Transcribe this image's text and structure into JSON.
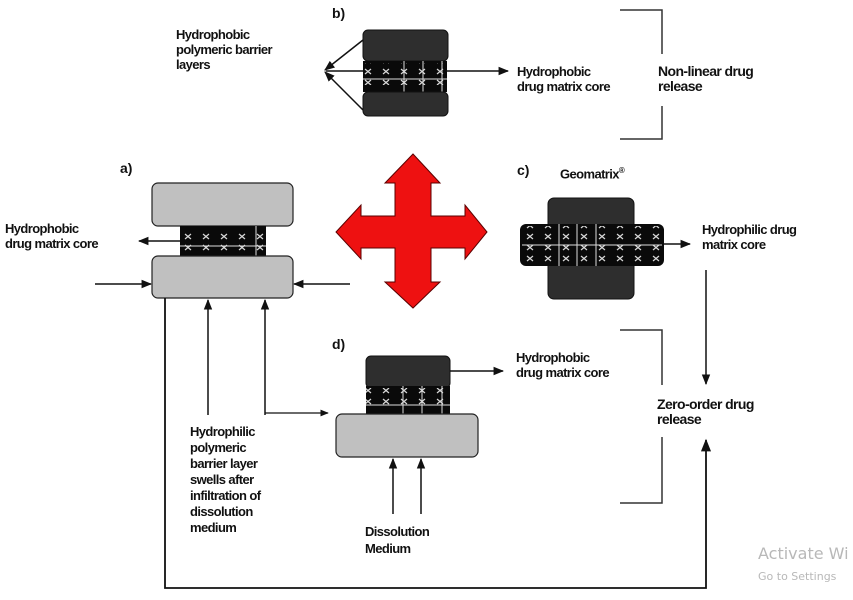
{
  "panels": {
    "a": {
      "tag": "a)",
      "core_label": "Hydrophobic\ndrug matrix core",
      "barrier_label": "Hydrophilic\npolymeric\nbarrier layer\nswells after\ninfiltration of\ndissolution\nmedium"
    },
    "b": {
      "tag": "b)",
      "barrier_label": "Hydrophobic\npolymeric barrier\nlayers",
      "core_label": "Hydrophobic\ndrug matrix core"
    },
    "c": {
      "tag": "c)",
      "product_name": "Geomatrix",
      "product_mark": "®",
      "core_label": "Hydrophilic drug\nmatrix core"
    },
    "d": {
      "tag": "d)",
      "core_label": "Hydrophobic\ndrug matrix core",
      "medium_label": "Dissolution\nMedium"
    }
  },
  "outcomes": {
    "nonlinear": "Non-linear drug\nrelease",
    "zero_order": "Zero-order drug\nrelease"
  },
  "colors": {
    "hydrophilic_layer": "#c0c0c0",
    "hydrophobic_layer": "#2e2e2e",
    "drug_core": "#0a0a0a",
    "arrow_red": "#ee1111",
    "line": "#111111"
  },
  "watermark": {
    "line1": "Activate Wi",
    "line2": "Go to Settings"
  }
}
